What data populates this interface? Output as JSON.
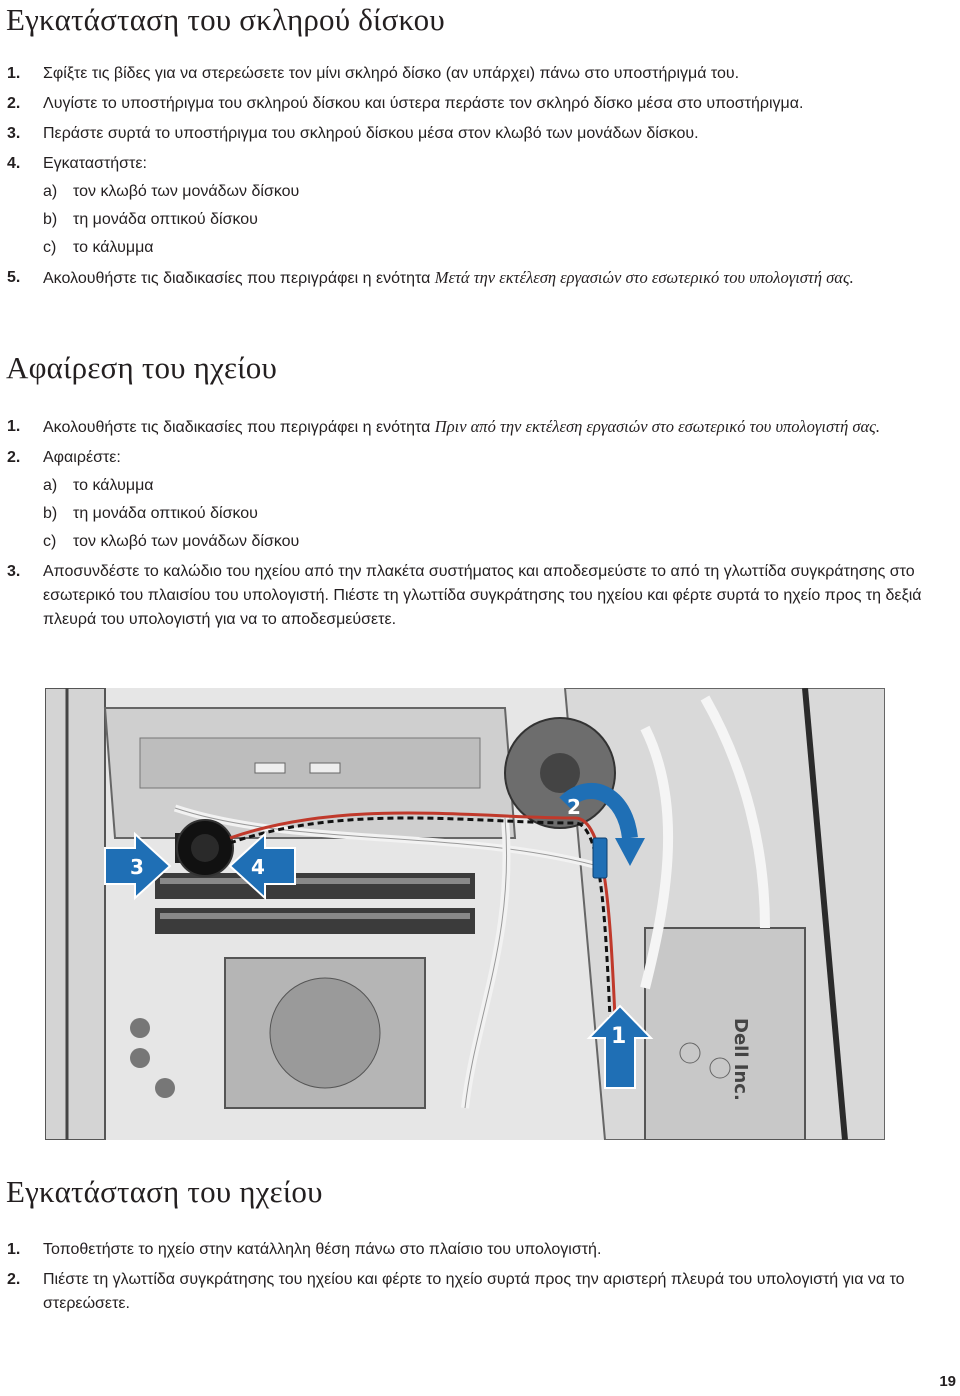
{
  "section1": {
    "title": "Εγκατάσταση του σκληρού δίσκου",
    "steps": [
      {
        "num": "1.",
        "text": "Σφίξτε τις βίδες για να στερεώσετε τον μίνι σκληρό δίσκο (αν υπάρχει) πάνω στο υποστήριγμά του."
      },
      {
        "num": "2.",
        "text": "Λυγίστε το υποστήριγμα του σκληρού δίσκου και ύστερα περάστε τον σκληρό δίσκο μέσα στο υποστήριγμα."
      },
      {
        "num": "3.",
        "text": "Περάστε συρτά το υποστήριγμα του σκληρού δίσκου μέσα στον κλωβό των μονάδων δίσκου."
      },
      {
        "num": "4.",
        "text": "Εγκαταστήστε:"
      },
      {
        "num": "5.",
        "text": "Ακολουθήστε τις διαδικασίες που περιγράφει η ενότητα ",
        "italic": "Μετά την εκτέλεση εργασιών στο εσωτερικό του υπολογιστή σας."
      }
    ],
    "substeps": [
      {
        "letter": "a)",
        "text": "τον κλωβό των μονάδων δίσκου"
      },
      {
        "letter": "b)",
        "text": "τη μονάδα οπτικού δίσκου"
      },
      {
        "letter": "c)",
        "text": "το κάλυμμα"
      }
    ]
  },
  "section2": {
    "title": "Αφαίρεση του ηχείου",
    "steps": [
      {
        "num": "1.",
        "text": "Ακολουθήστε τις διαδικασίες που περιγράφει η ενότητα ",
        "italic": "Πριν από την εκτέλεση εργασιών στο εσωτερικό του υπολογιστή σας."
      },
      {
        "num": "2.",
        "text": "Αφαιρέστε:"
      },
      {
        "num": "3.",
        "text": "Αποσυνδέστε το καλώδιο του ηχείου από την πλακέτα συστήματος και αποδεσμεύστε το από τη γλωττίδα συγκράτησης στο εσωτερικό του πλαισίου του υπολογιστή. Πιέστε τη γλωττίδα συγκράτησης του ηχείου και φέρτε συρτά το ηχείο προς τη δεξιά πλευρά του υπολογιστή για να το αποδεσμεύσετε."
      }
    ],
    "substeps": [
      {
        "letter": "a)",
        "text": "το κάλυμμα"
      },
      {
        "letter": "b)",
        "text": "τη μονάδα οπτικού δίσκου"
      },
      {
        "letter": "c)",
        "text": "τον κλωβό των μονάδων δίσκου"
      }
    ],
    "figure": {
      "callouts": [
        "1",
        "2",
        "3",
        "4"
      ],
      "psu_label": "Dell Inc.",
      "callout_color": "#1f6fb5"
    }
  },
  "section3": {
    "title": "Εγκατάσταση του ηχείου",
    "steps": [
      {
        "num": "1.",
        "text": "Τοποθετήστε το ηχείο στην κατάλληλη θέση πάνω στο πλαίσιο του υπολογιστή."
      },
      {
        "num": "2.",
        "text": "Πιέστε τη γλωττίδα συγκράτησης του ηχείου και φέρτε το ηχείο συρτά προς την αριστερή πλευρά του υπολογιστή για να το στερεώσετε."
      }
    ]
  },
  "page_number": "19"
}
